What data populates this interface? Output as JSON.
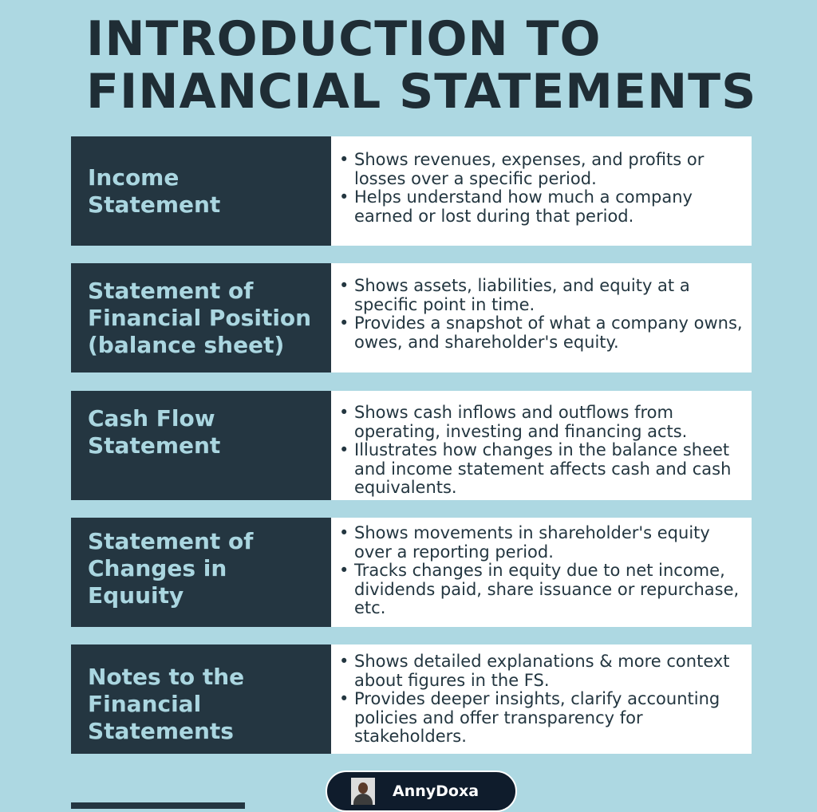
{
  "title": {
    "line1": "INTRODUCTION TO",
    "line2": "FINANCIAL STATEMENTS"
  },
  "rows": [
    {
      "label": [
        "Income",
        "Statement"
      ],
      "bullets": [
        "Shows revenues, expenses, and profits or losses over a specific period.",
        "Helps understand how much a company earned or lost during that period."
      ]
    },
    {
      "label": [
        "Statement of",
        "Financial Position",
        "(balance sheet)"
      ],
      "bullets": [
        "Shows assets, liabilities, and equity at a specific point in time.",
        "Provides a snapshot of what a company owns, owes, and shareholder's equity."
      ]
    },
    {
      "label": [
        "Cash Flow",
        "Statement"
      ],
      "bullets": [
        "Shows cash inflows and outflows from operating, investing and financing acts.",
        "Illustrates how changes in the balance sheet and income statement affects cash and cash equivalents."
      ]
    },
    {
      "label": [
        "Statement of",
        "Changes in",
        "Equuity"
      ],
      "bullets": [
        "Shows movements in shareholder's equity over a reporting period.",
        "Tracks changes in equity due to net income, dividends paid, share issuance or repurchase, etc."
      ]
    },
    {
      "label": [
        "Notes to the",
        "Financial",
        "Statements"
      ],
      "bullets": [
        "Shows detailed explanations & more context about figures in the FS.",
        "Provides deeper insights, clarify accounting policies and offer transparency for stakeholders."
      ]
    }
  ],
  "badge": {
    "name": "AnnyDoxa"
  },
  "colors": {
    "background": "#add8e2",
    "label_bg": "#243641",
    "label_text": "#aad6e0",
    "content_bg": "#ffffff",
    "title_text": "#1f2d35"
  },
  "icons": {
    "avatar": "avatar-photo-icon"
  }
}
